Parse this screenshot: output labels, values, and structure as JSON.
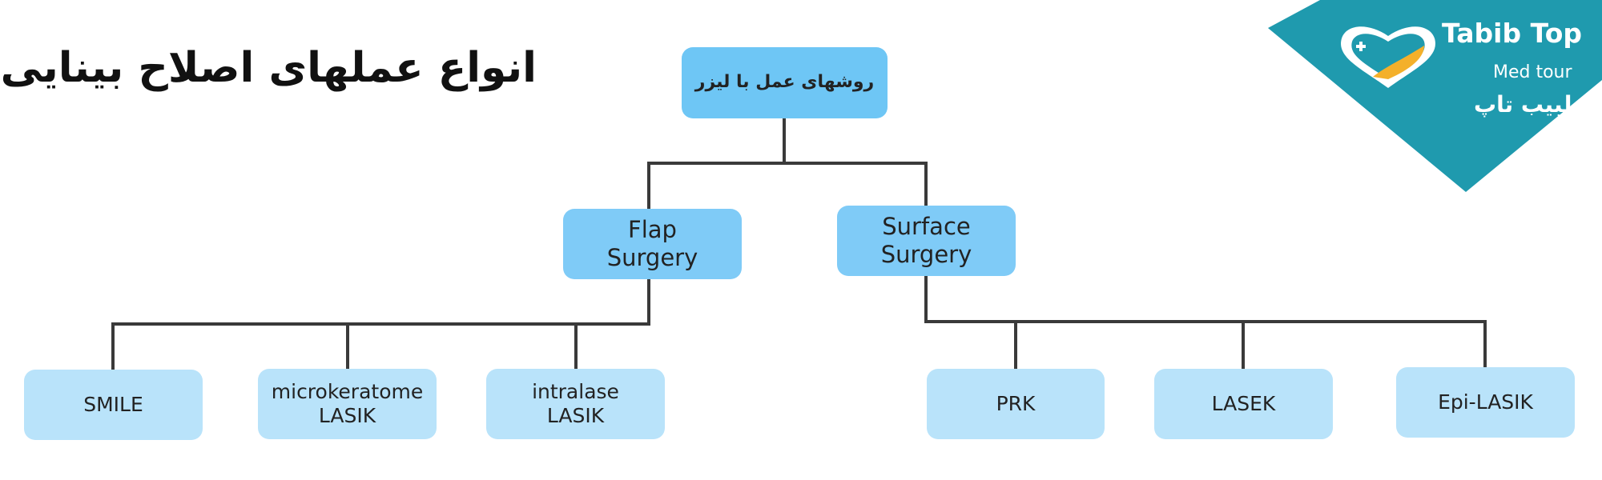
{
  "title": "انواع عملهای اصلاح بینایی",
  "logo": {
    "name": "Tabib Top",
    "subtitle": "Med tour",
    "persian": "طبیب تاپ"
  },
  "diagram": {
    "root": "روشهای عمل با لیزر",
    "flap": {
      "line1": "Flap",
      "line2": "Surgery"
    },
    "surface": {
      "line1": "Surface",
      "line2": "Surgery"
    },
    "flap_children": [
      {
        "line1": "SMILE",
        "line2": ""
      },
      {
        "line1": "microkeratome",
        "line2": "LASIK"
      },
      {
        "line1": "intralase",
        "line2": "LASIK"
      }
    ],
    "surface_children": [
      {
        "line1": "PRK",
        "line2": ""
      },
      {
        "line1": "LASEK",
        "line2": ""
      },
      {
        "line1": "Epi-LASIK",
        "line2": ""
      }
    ]
  },
  "colors": {
    "root_box": "#6ec6f5",
    "mid_box": "#7fcbf7",
    "leaf_box": "#b9e3fa",
    "connector": "#3a3a3a",
    "logo_teal": "#1f9aae",
    "logo_orange": "#f4b02a"
  }
}
